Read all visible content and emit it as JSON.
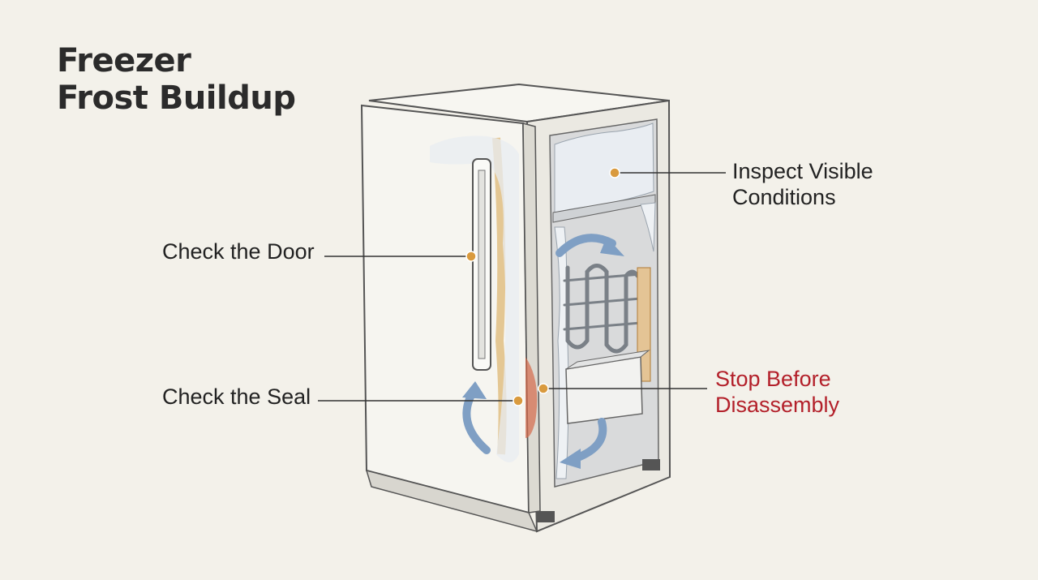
{
  "title": {
    "line1": "Freezer",
    "line2": "Frost Buildup"
  },
  "callouts": {
    "check_door": "Check the Door",
    "check_seal": "Check the Seal",
    "inspect_line1": "Inspect Visible",
    "inspect_line2": "Conditions",
    "stop_line1": "Stop Before",
    "stop_line2": "Disassembly"
  },
  "colors": {
    "background": "#f3f1ea",
    "marker": "#d99a3e",
    "warning": "#b3202a",
    "airflow": "#7f9fc4",
    "frost": "#dde3ea",
    "outline": "#555555"
  }
}
